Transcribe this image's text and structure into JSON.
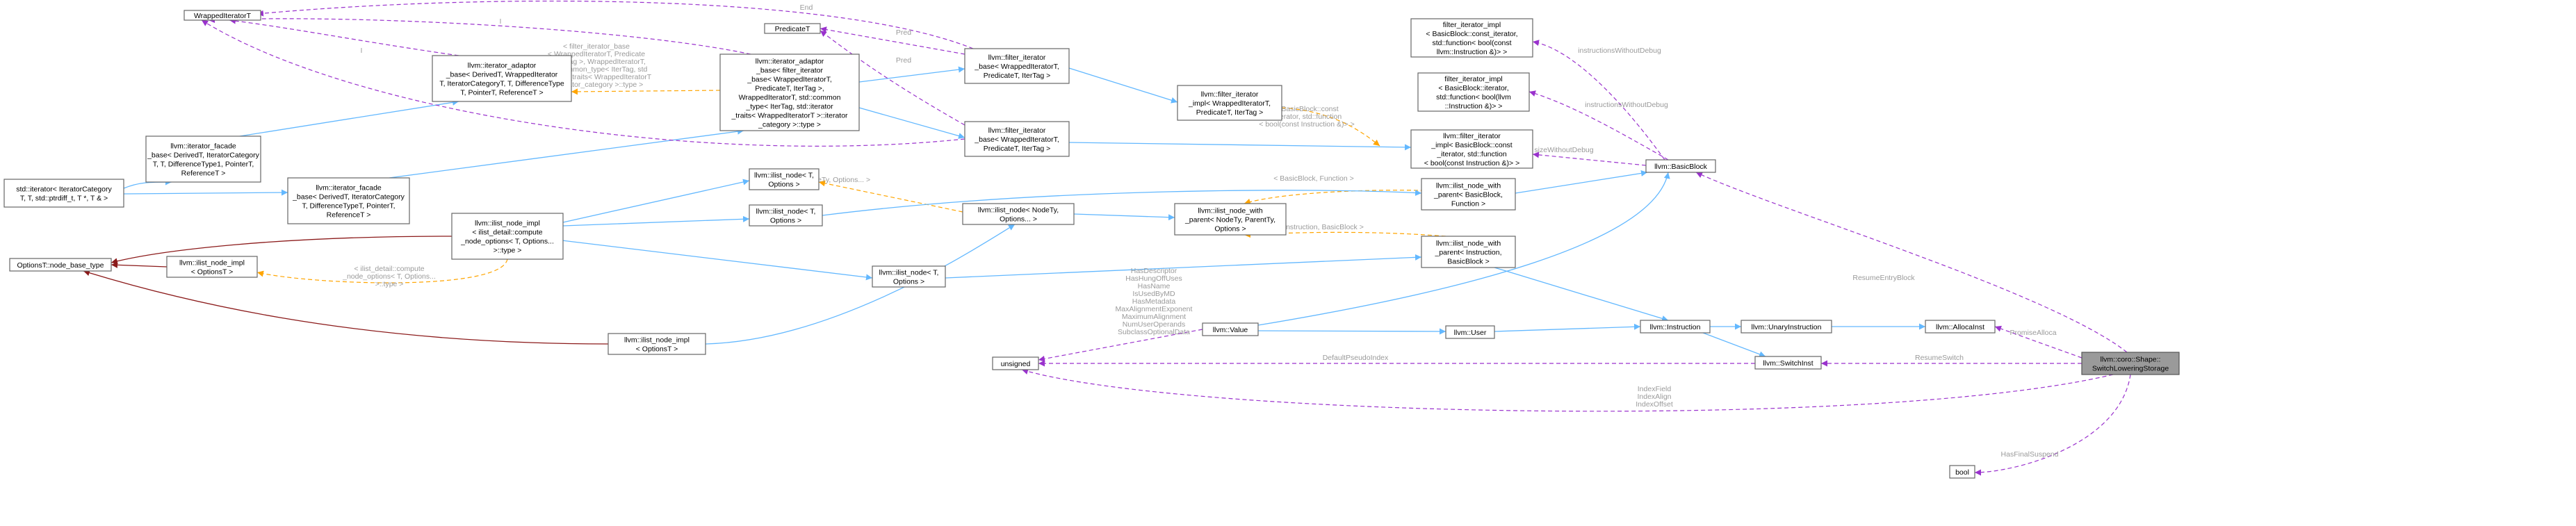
{
  "diagram": {
    "focus": "llvm::coro::Shape::SwitchLoweringStorage",
    "nodes": [
      {
        "id": "wrapped",
        "lines": [
          "WrappedIteratorT"
        ]
      },
      {
        "id": "predicate",
        "lines": [
          "PredicateT"
        ]
      },
      {
        "id": "std_iter",
        "lines": [
          "std::iterator< IteratorCategory",
          "T, T, std::ptrdiff_t, T *, T & >"
        ]
      },
      {
        "id": "facade1",
        "lines": [
          "llvm::iterator_facade",
          "_base< DerivedT, IteratorCategory",
          "T, T, DifferenceType1, PointerT,",
          "ReferenceT >"
        ]
      },
      {
        "id": "facade2",
        "lines": [
          "llvm::iterator_facade",
          "_base< DerivedT, IteratorCategory",
          "T, DifferenceTypeT, PointerT,",
          "ReferenceT >"
        ]
      },
      {
        "id": "adaptor1",
        "lines": [
          "llvm::iterator_adaptor",
          "_base< DerivedT, WrappedIterator",
          "T, IteratorCategoryT, T, DifferenceType",
          "T, PointerT, ReferenceT >"
        ]
      },
      {
        "id": "adaptor2",
        "lines": [
          "llvm::iterator_adaptor",
          "_base< filter_iterator",
          "_base< WrappedIteratorT,",
          "PredicateT, IterTag >,",
          "WrappedIteratorT, std::common",
          "_type< IterTag, std::iterator",
          "_traits< WrappedIteratorT >::iterator",
          "_category >::type >"
        ]
      },
      {
        "id": "fib1",
        "lines": [
          "llvm::filter_iterator",
          "_base< WrappedIteratorT,",
          "PredicateT, IterTag >"
        ]
      },
      {
        "id": "fib2",
        "lines": [
          "llvm::filter_iterator",
          "_base< WrappedIteratorT,",
          "PredicateT, IterTag >"
        ]
      },
      {
        "id": "fii1",
        "lines": [
          "llvm::filter_iterator",
          "_impl< WrappedIteratorT,",
          "PredicateT, IterTag >"
        ]
      },
      {
        "id": "fii_a",
        "lines": [
          "filter_iterator_impl",
          "< BasicBlock::const_iterator,",
          "std::function< bool(const",
          "llvm::Instruction &)> >"
        ]
      },
      {
        "id": "fii_b",
        "lines": [
          "filter_iterator_impl",
          "< BasicBlock::iterator,",
          "std::function< bool(llvm",
          "::Instruction &)> >"
        ]
      },
      {
        "id": "fii_c",
        "lines": [
          "llvm::filter_iterator",
          "_impl< BasicBlock::const",
          "_iterator, std::function",
          "< bool(const Instruction &)> >"
        ]
      },
      {
        "id": "optionsT",
        "lines": [
          "OptionsT::node_base_type"
        ]
      },
      {
        "id": "ilni_opts",
        "lines": [
          "llvm::ilist_node_impl",
          "< OptionsT >"
        ]
      },
      {
        "id": "ilni_main",
        "lines": [
          "llvm::ilist_node_impl",
          "< ilist_detail::compute",
          "_node_options< T, Options...",
          ">::type >"
        ]
      },
      {
        "id": "ilni_bottom",
        "lines": [
          "llvm::ilist_node_impl",
          "< OptionsT >"
        ]
      },
      {
        "id": "iln_T_opt",
        "lines": [
          "llvm::ilist_node< T,",
          "Options >"
        ]
      },
      {
        "id": "iln_T_opt2",
        "lines": [
          "llvm::ilist_node< T,",
          "Options >"
        ]
      },
      {
        "id": "iln_T_opt3",
        "lines": [
          "llvm::ilist_node< T,",
          "Options >"
        ]
      },
      {
        "id": "iln_nodety",
        "lines": [
          "llvm::ilist_node< NodeTy,",
          "Options... >"
        ]
      },
      {
        "id": "ilnwp_generic",
        "lines": [
          "llvm::ilist_node_with",
          "_parent< NodeTy, ParentTy,",
          "Options >"
        ]
      },
      {
        "id": "ilnwp_bb",
        "lines": [
          "llvm::ilist_node_with",
          "_parent< BasicBlock,",
          "Function >"
        ]
      },
      {
        "id": "ilnwp_inst",
        "lines": [
          "llvm::ilist_node_with",
          "_parent< Instruction,",
          "BasicBlock >"
        ]
      },
      {
        "id": "basicblock",
        "lines": [
          "llvm::BasicBlock"
        ]
      },
      {
        "id": "value",
        "lines": [
          "llvm::Value"
        ]
      },
      {
        "id": "user",
        "lines": [
          "llvm::User"
        ]
      },
      {
        "id": "instruction",
        "lines": [
          "llvm::Instruction"
        ]
      },
      {
        "id": "unary",
        "lines": [
          "llvm::UnaryInstruction"
        ]
      },
      {
        "id": "alloca",
        "lines": [
          "llvm::AllocaInst"
        ]
      },
      {
        "id": "switchinst",
        "lines": [
          "llvm::SwitchInst"
        ]
      },
      {
        "id": "unsigned",
        "lines": [
          "unsigned"
        ]
      },
      {
        "id": "bool",
        "lines": [
          "bool"
        ]
      },
      {
        "id": "storage",
        "lines": [
          "llvm::coro::Shape::",
          "SwitchLoweringStorage"
        ]
      }
    ],
    "edges": [
      {
        "id": "e01",
        "type": "inherit",
        "from": "std_iter",
        "to": "facade1",
        "label": []
      },
      {
        "id": "e02",
        "type": "inherit",
        "from": "std_iter",
        "to": "facade2",
        "label": []
      },
      {
        "id": "e03",
        "type": "inherit",
        "from": "facade1",
        "to": "adaptor1",
        "label": []
      },
      {
        "id": "e04",
        "type": "inherit",
        "from": "facade2",
        "to": "adaptor2",
        "label": []
      },
      {
        "id": "e05",
        "type": "member",
        "from": "adaptor1",
        "to": "wrapped",
        "label": [
          "I"
        ]
      },
      {
        "id": "e06",
        "type": "template",
        "from": "adaptor2",
        "to": "adaptor1",
        "label": [
          "< filter_iterator_base",
          "< WrappedIteratorT, Predicate",
          "T, IterTag >, WrappedIteratorT,",
          "std::common_type< IterTag, std",
          "::iterator_traits< WrappedIteratorT",
          ">::iterator_category >::type >"
        ]
      },
      {
        "id": "e07",
        "type": "member",
        "from": "adaptor2",
        "to": "wrapped",
        "label": [
          "I"
        ]
      },
      {
        "id": "e08",
        "type": "inherit",
        "from": "adaptor2",
        "to": "fib1",
        "label": []
      },
      {
        "id": "e09",
        "type": "inherit",
        "from": "adaptor2",
        "to": "fib2",
        "label": []
      },
      {
        "id": "e10",
        "type": "member",
        "from": "fib1",
        "to": "predicate",
        "label": [
          "Pred"
        ]
      },
      {
        "id": "e11",
        "type": "member",
        "from": "fib2",
        "to": "predicate",
        "label": [
          "Pred"
        ]
      },
      {
        "id": "e12",
        "type": "member",
        "from": "fib1",
        "to": "wrapped",
        "label": [
          "End"
        ]
      },
      {
        "id": "e13",
        "type": "member",
        "from": "fib2",
        "to": "wrapped",
        "label": [
          "End"
        ]
      },
      {
        "id": "e14",
        "type": "inherit",
        "from": "fib1",
        "to": "fii1",
        "label": []
      },
      {
        "id": "e15",
        "type": "inherit",
        "from": "fib2",
        "to": "fii_c",
        "label": []
      },
      {
        "id": "e16",
        "type": "template",
        "from": "fii1",
        "to": "fii_c",
        "label": [
          "< BasicBlock::const",
          "_iterator, std::function",
          "< bool(const Instruction &)> >"
        ]
      },
      {
        "id": "e17",
        "type": "member",
        "from": "basicblock",
        "to": "fii_a",
        "label": [
          "instructionsWithoutDebug"
        ]
      },
      {
        "id": "e18",
        "type": "member",
        "from": "basicblock",
        "to": "fii_b",
        "label": [
          "instructionsWithoutDebug"
        ]
      },
      {
        "id": "e19",
        "type": "member",
        "from": "basicblock",
        "to": "fii_c",
        "label": [
          "sizeWithoutDebug"
        ]
      },
      {
        "id": "e20",
        "type": "compose",
        "from": "ilni_main",
        "to": "optionsT",
        "label": []
      },
      {
        "id": "e21",
        "type": "compose",
        "from": "ilni_opts",
        "to": "optionsT",
        "label": []
      },
      {
        "id": "e22",
        "type": "compose",
        "from": "ilni_bottom",
        "to": "optionsT",
        "label": []
      },
      {
        "id": "e23",
        "type": "template",
        "from": "ilni_main",
        "to": "ilni_opts",
        "label": [
          "< ilist_detail::compute",
          "_node_options< T, Options...",
          ">::type >"
        ]
      },
      {
        "id": "e24",
        "type": "inherit",
        "from": "ilni_main",
        "to": "iln_T_opt",
        "label": []
      },
      {
        "id": "e25",
        "type": "inherit",
        "from": "ilni_main",
        "to": "iln_T_opt2",
        "label": []
      },
      {
        "id": "e26",
        "type": "inherit",
        "from": "ilni_main",
        "to": "iln_T_opt3",
        "label": []
      },
      {
        "id": "e27",
        "type": "inherit",
        "from": "ilni_bottom",
        "to": "iln_nodety",
        "label": []
      },
      {
        "id": "e28",
        "type": "template",
        "from": "iln_nodety",
        "to": "iln_T_opt2",
        "label": [
          "< NodeTy, Options... >"
        ]
      },
      {
        "id": "e29",
        "type": "inherit",
        "from": "iln_nodety",
        "to": "ilnwp_generic",
        "label": []
      },
      {
        "id": "e30",
        "type": "template",
        "from": "ilnwp_bb",
        "to": "ilnwp_generic",
        "label": [
          "< BasicBlock, Function >"
        ]
      },
      {
        "id": "e31",
        "type": "template",
        "from": "ilnwp_inst",
        "to": "ilnwp_generic",
        "label": [
          "< Instruction, BasicBlock >"
        ]
      },
      {
        "id": "e32",
        "type": "inherit",
        "from": "iln_T_opt",
        "to": "ilnwp_bb",
        "label": []
      },
      {
        "id": "e33",
        "type": "inherit",
        "from": "iln_T_opt3",
        "to": "ilnwp_inst",
        "label": []
      },
      {
        "id": "e34",
        "type": "inherit",
        "from": "ilnwp_bb",
        "to": "basicblock",
        "label": []
      },
      {
        "id": "e35",
        "type": "inherit",
        "from": "ilnwp_inst",
        "to": "instruction",
        "label": []
      },
      {
        "id": "e36",
        "type": "inherit",
        "from": "value",
        "to": "basicblock",
        "label": []
      },
      {
        "id": "e37",
        "type": "inherit",
        "from": "value",
        "to": "user",
        "label": []
      },
      {
        "id": "e38",
        "type": "inherit",
        "from": "user",
        "to": "instruction",
        "label": []
      },
      {
        "id": "e39",
        "type": "inherit",
        "from": "instruction",
        "to": "unary",
        "label": []
      },
      {
        "id": "e40",
        "type": "inherit",
        "from": "instruction",
        "to": "switchinst",
        "label": []
      },
      {
        "id": "e41",
        "type": "inherit",
        "from": "unary",
        "to": "alloca",
        "label": []
      },
      {
        "id": "e42",
        "type": "member",
        "from": "value",
        "to": "unsigned",
        "label": [
          "HasDescriptor",
          "HasHungOffUses",
          "HasName",
          "IsUsedByMD",
          "HasMetadata",
          "MaxAlignmentExponent",
          "MaximumAlignment",
          "NumUserOperands",
          "SubclassOptionalData"
        ]
      },
      {
        "id": "e43",
        "type": "member",
        "from": "switchinst",
        "to": "unsigned",
        "label": [
          "DefaultPseudoIndex"
        ]
      },
      {
        "id": "e44",
        "type": "member",
        "from": "storage",
        "to": "basicblock",
        "label": [
          "ResumeEntryBlock"
        ]
      },
      {
        "id": "e45",
        "type": "member",
        "from": "storage",
        "to": "alloca",
        "label": [
          "PromiseAlloca"
        ]
      },
      {
        "id": "e46",
        "type": "member",
        "from": "storage",
        "to": "switchinst",
        "label": [
          "ResumeSwitch"
        ]
      },
      {
        "id": "e47",
        "type": "member",
        "from": "storage",
        "to": "unsigned",
        "label": [
          "IndexField",
          "IndexAlign",
          "IndexOffset"
        ]
      },
      {
        "id": "e48",
        "type": "member",
        "from": "storage",
        "to": "bool",
        "label": [
          "HasFinalSuspend"
        ]
      }
    ]
  },
  "colors": {
    "inherit": "#63b8ff",
    "member": "#9a32cd",
    "template": "#ffa500",
    "compose": "#8b1a1a",
    "label": "#9a9a9a",
    "focus_fill": "#9a9a9a"
  }
}
